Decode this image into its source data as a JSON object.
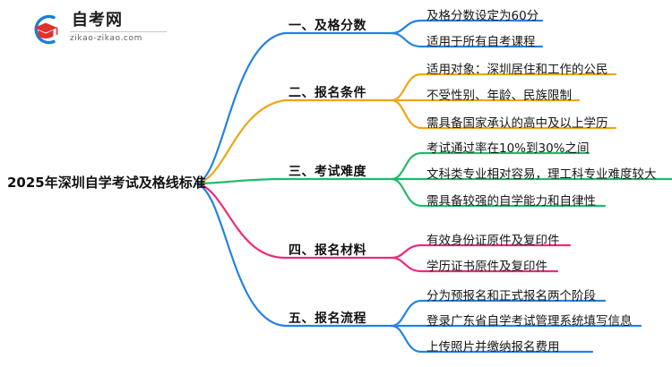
{
  "logo": {
    "name_cn": "自考网",
    "url": "zikao-zikao.com",
    "mark": "graduation-cap-swoosh"
  },
  "mindmap": {
    "root": {
      "label": "2025年深圳自学考试及格线标准"
    },
    "colors": {
      "blue": "#2383E2",
      "orange": "#EFA616",
      "green": "#1FBB6C",
      "pink": "#EE2A7B"
    },
    "branches": [
      {
        "id": "branch-1",
        "label": "一、及格分数",
        "color": "#2383E2",
        "children": [
          {
            "label": "及格分数设定为60分"
          },
          {
            "label": "适用于所有自考课程"
          }
        ]
      },
      {
        "id": "branch-2",
        "label": "二、报名条件",
        "color": "#EFA616",
        "children": [
          {
            "label": "适用对象：深圳居住和工作的公民"
          },
          {
            "label": "不受性别、年龄、民族限制"
          },
          {
            "label": "需具备国家承认的高中及以上学历"
          }
        ]
      },
      {
        "id": "branch-3",
        "label": "三、考试难度",
        "color": "#1FBB6C",
        "children": [
          {
            "label": "考试通过率在10%到30%之间"
          },
          {
            "label": "文科类专业相对容易，理工科专业难度较大"
          },
          {
            "label": "需具备较强的自学能力和自律性"
          }
        ]
      },
      {
        "id": "branch-4",
        "label": "四、报名材料",
        "color": "#EE2A7B",
        "children": [
          {
            "label": "有效身份证原件及复印件"
          },
          {
            "label": "学历证书原件及复印件"
          }
        ]
      },
      {
        "id": "branch-5",
        "label": "五、报名流程",
        "color": "#2383E2",
        "children": [
          {
            "label": "分为预报名和正式报名两个阶段"
          },
          {
            "label": "登录广东省自学考试管理系统填写信息"
          },
          {
            "label": "上传照片并缴纳报名费用"
          }
        ]
      }
    ]
  }
}
